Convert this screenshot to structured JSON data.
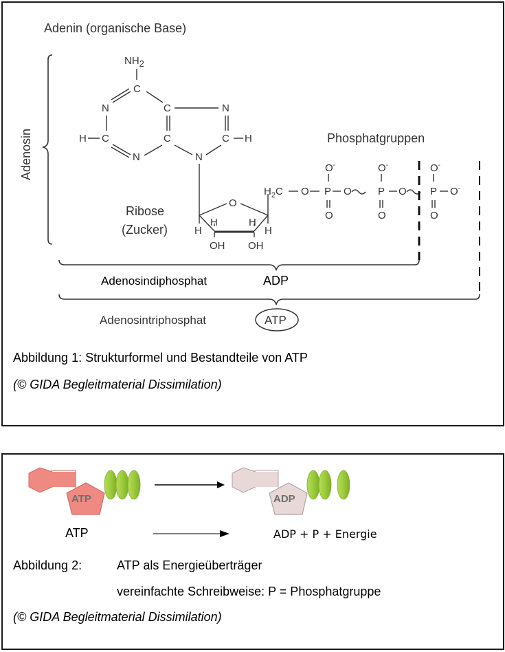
{
  "figure1": {
    "title_adenin": "Adenin (organische Base)",
    "label_adenosin": "Adenosin",
    "label_ribose": "Ribose",
    "label_zucker": "(Zucker)",
    "label_phosphatgruppen": "Phosphatgruppen",
    "label_adenosindiphosphat": "Adenosindiphosphat",
    "label_adp": "ADP",
    "label_adenosintriphosphat": "Adenosintriphosphat",
    "label_atp": "ATP",
    "atoms": {
      "nh2": "NH",
      "nh2_sub": "2",
      "c": "C",
      "n": "N",
      "h": "H",
      "o": "O",
      "p": "P",
      "oh": "OH",
      "h2c": "H",
      "h2c_sub": "2",
      "h2c_c": "C",
      "o_minus": "O",
      "minus": "-"
    },
    "caption": "Abbildung 1: Strukturformel und Bestandteile von ATP",
    "source": "(© GIDA Begleitmaterial Dissimilation)"
  },
  "figure2": {
    "atp_icon_label": "ATP",
    "adp_icon_label": "ADP",
    "reaction_left": "ATP",
    "reaction_right": "ADP + P + Energie",
    "caption_number": "Abbildung 2:",
    "caption_line1": "ATP als Energieüberträger",
    "caption_line2": "vereinfachte Schreibweise: P = Phosphatgruppe",
    "source": "(© GIDA Begleitmaterial Dissimilation)",
    "colors": {
      "atp_shape": "#ee8a82",
      "adp_shape": "#e8d8d8",
      "phosphate": "#9ccc3c"
    }
  }
}
